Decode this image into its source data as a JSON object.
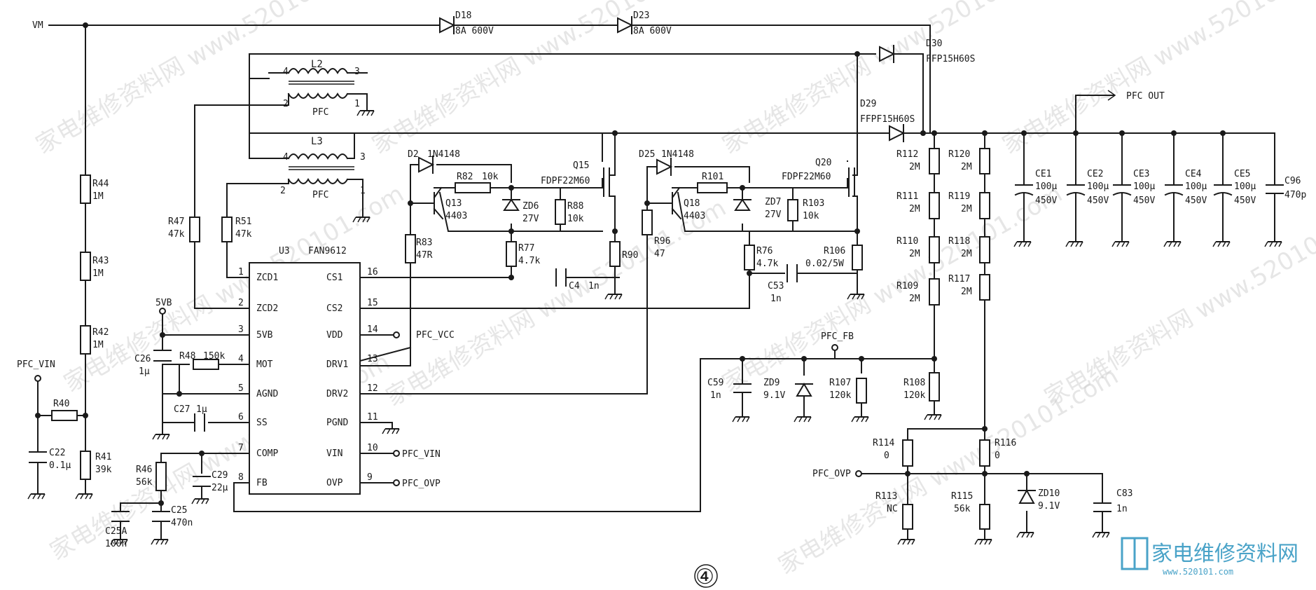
{
  "watermark": {
    "text": "家电维修资料网 www.520101.com"
  },
  "logo": {
    "text": "家电维修资料网",
    "url": "www.520101.com"
  },
  "page_number": "④",
  "nets": {
    "vm": "VM",
    "pfc_vin": "PFC_VIN",
    "pfc_vin2": "PFC_VIN",
    "pfc_out": "PFC OUT",
    "pfc_fb": "PFC_FB",
    "pfc_ovp": "PFC_OVP",
    "pfc_ovp2": "PFC_OVP",
    "pfc_vcc": "PFC_VCC",
    "v5vb": "5VB"
  },
  "ic": {
    "ref": "U3",
    "part": "FAN9612",
    "left_pins": [
      {
        "num": "1",
        "name": "ZCD1"
      },
      {
        "num": "2",
        "name": "ZCD2"
      },
      {
        "num": "3",
        "name": "5VB"
      },
      {
        "num": "4",
        "name": "MOT"
      },
      {
        "num": "5",
        "name": "AGND"
      },
      {
        "num": "6",
        "name": "SS"
      },
      {
        "num": "7",
        "name": "COMP"
      },
      {
        "num": "8",
        "name": "FB"
      }
    ],
    "right_pins": [
      {
        "num": "16",
        "name": "CS1"
      },
      {
        "num": "15",
        "name": "CS2"
      },
      {
        "num": "14",
        "name": "VDD"
      },
      {
        "num": "13",
        "name": "DRV1"
      },
      {
        "num": "12",
        "name": "DRV2"
      },
      {
        "num": "11",
        "name": "PGND"
      },
      {
        "num": "10",
        "name": "VIN"
      },
      {
        "num": "9",
        "name": "OVP"
      }
    ]
  },
  "components": {
    "d18": {
      "ref": "D18",
      "val": "8A 600V"
    },
    "d23": {
      "ref": "D23",
      "val": "8A 600V"
    },
    "d30": {
      "ref": "D30",
      "val": "FFP15H60S"
    },
    "d29": {
      "ref": "D29",
      "val": "FFPF15H60S"
    },
    "l2": {
      "ref": "L2",
      "val": "PFC",
      "p1": "1",
      "p2": "2",
      "p3": "3",
      "p4": "4"
    },
    "l3": {
      "ref": "L3",
      "val": "PFC",
      "p1": "1",
      "p2": "2",
      "p3": "3",
      "p4": "4"
    },
    "r44": {
      "ref": "R44",
      "val": "1M"
    },
    "r43": {
      "ref": "R43",
      "val": "1M"
    },
    "r42": {
      "ref": "R42",
      "val": "1M"
    },
    "r40": {
      "ref": "R40",
      "val": ""
    },
    "r41": {
      "ref": "R41",
      "val": "39k"
    },
    "c22": {
      "ref": "C22",
      "val": "0.1μ"
    },
    "r47": {
      "ref": "R47",
      "val": "47k"
    },
    "r51": {
      "ref": "R51",
      "val": "47k"
    },
    "c26": {
      "ref": "C26",
      "val": "1μ"
    },
    "r48": {
      "ref": "R48",
      "val": "150k"
    },
    "c27": {
      "ref": "C27",
      "val": "1μ"
    },
    "r46": {
      "ref": "R46",
      "val": "56k"
    },
    "c29": {
      "ref": "C29",
      "val": "22μ"
    },
    "c25a": {
      "ref": "C25A",
      "val": "100n"
    },
    "c25": {
      "ref": "C25",
      "val": "470n"
    },
    "d2": {
      "ref": "D2",
      "val": "1N4148"
    },
    "r82": {
      "ref": "R82",
      "val": "10k"
    },
    "q13": {
      "ref": "Q13",
      "val": "4403"
    },
    "zd6": {
      "ref": "ZD6",
      "val": "27V"
    },
    "r88": {
      "ref": "R88",
      "val": "10k"
    },
    "q15": {
      "ref": "Q15",
      "val": "FDPF22M60"
    },
    "r83": {
      "ref": "R83",
      "val": "47R"
    },
    "r77": {
      "ref": "R77",
      "val": "4.7k"
    },
    "r90": {
      "ref": "R90",
      "val": ""
    },
    "c4": {
      "ref": "C4",
      "val": "1n"
    },
    "d25": {
      "ref": "D25",
      "val": "1N4148"
    },
    "r101": {
      "ref": "R101",
      "val": ""
    },
    "q18": {
      "ref": "Q18",
      "val": "4403"
    },
    "zd7": {
      "ref": "ZD7",
      "val": "27V"
    },
    "r103": {
      "ref": "R103",
      "val": "10k"
    },
    "q20": {
      "ref": "Q20",
      "val": "FDPF22M60"
    },
    "r96": {
      "ref": "R96",
      "val": "47"
    },
    "r76": {
      "ref": "R76",
      "val": "4.7k"
    },
    "r106": {
      "ref": "R106",
      "val": "0.02/5W"
    },
    "c53": {
      "ref": "C53",
      "val": "1n"
    },
    "c59": {
      "ref": "C59",
      "val": "1n"
    },
    "zd9": {
      "ref": "ZD9",
      "val": "9.1V"
    },
    "r107": {
      "ref": "R107",
      "val": "120k"
    },
    "r108": {
      "ref": "R108",
      "val": "120k"
    },
    "r112": {
      "ref": "R112",
      "val": "2M"
    },
    "r111": {
      "ref": "R111",
      "val": "2M"
    },
    "r110": {
      "ref": "R110",
      "val": "2M"
    },
    "r109": {
      "ref": "R109",
      "val": "2M"
    },
    "r120": {
      "ref": "R120",
      "val": "2M"
    },
    "r119": {
      "ref": "R119",
      "val": "2M"
    },
    "r118": {
      "ref": "R118",
      "val": "2M"
    },
    "r117": {
      "ref": "R117",
      "val": "2M"
    },
    "r114": {
      "ref": "R114",
      "val": "0"
    },
    "r113": {
      "ref": "R113",
      "val": "NC"
    },
    "r116": {
      "ref": "R116",
      "val": "0"
    },
    "r115": {
      "ref": "R115",
      "val": "56k"
    },
    "zd10": {
      "ref": "ZD10",
      "val": "9.1V"
    },
    "c83": {
      "ref": "C83",
      "val": "1n"
    },
    "ce1": {
      "ref": "CE1",
      "val": "100μ",
      "volt": "450V"
    },
    "ce2": {
      "ref": "CE2",
      "val": "100μ",
      "volt": "450V"
    },
    "ce3": {
      "ref": "CE3",
      "val": "100μ",
      "volt": "450V"
    },
    "ce4": {
      "ref": "CE4",
      "val": "100μ",
      "volt": "450V"
    },
    "ce5": {
      "ref": "CE5",
      "val": "100μ",
      "volt": "450V"
    },
    "c96": {
      "ref": "C96",
      "val": "470p"
    }
  }
}
